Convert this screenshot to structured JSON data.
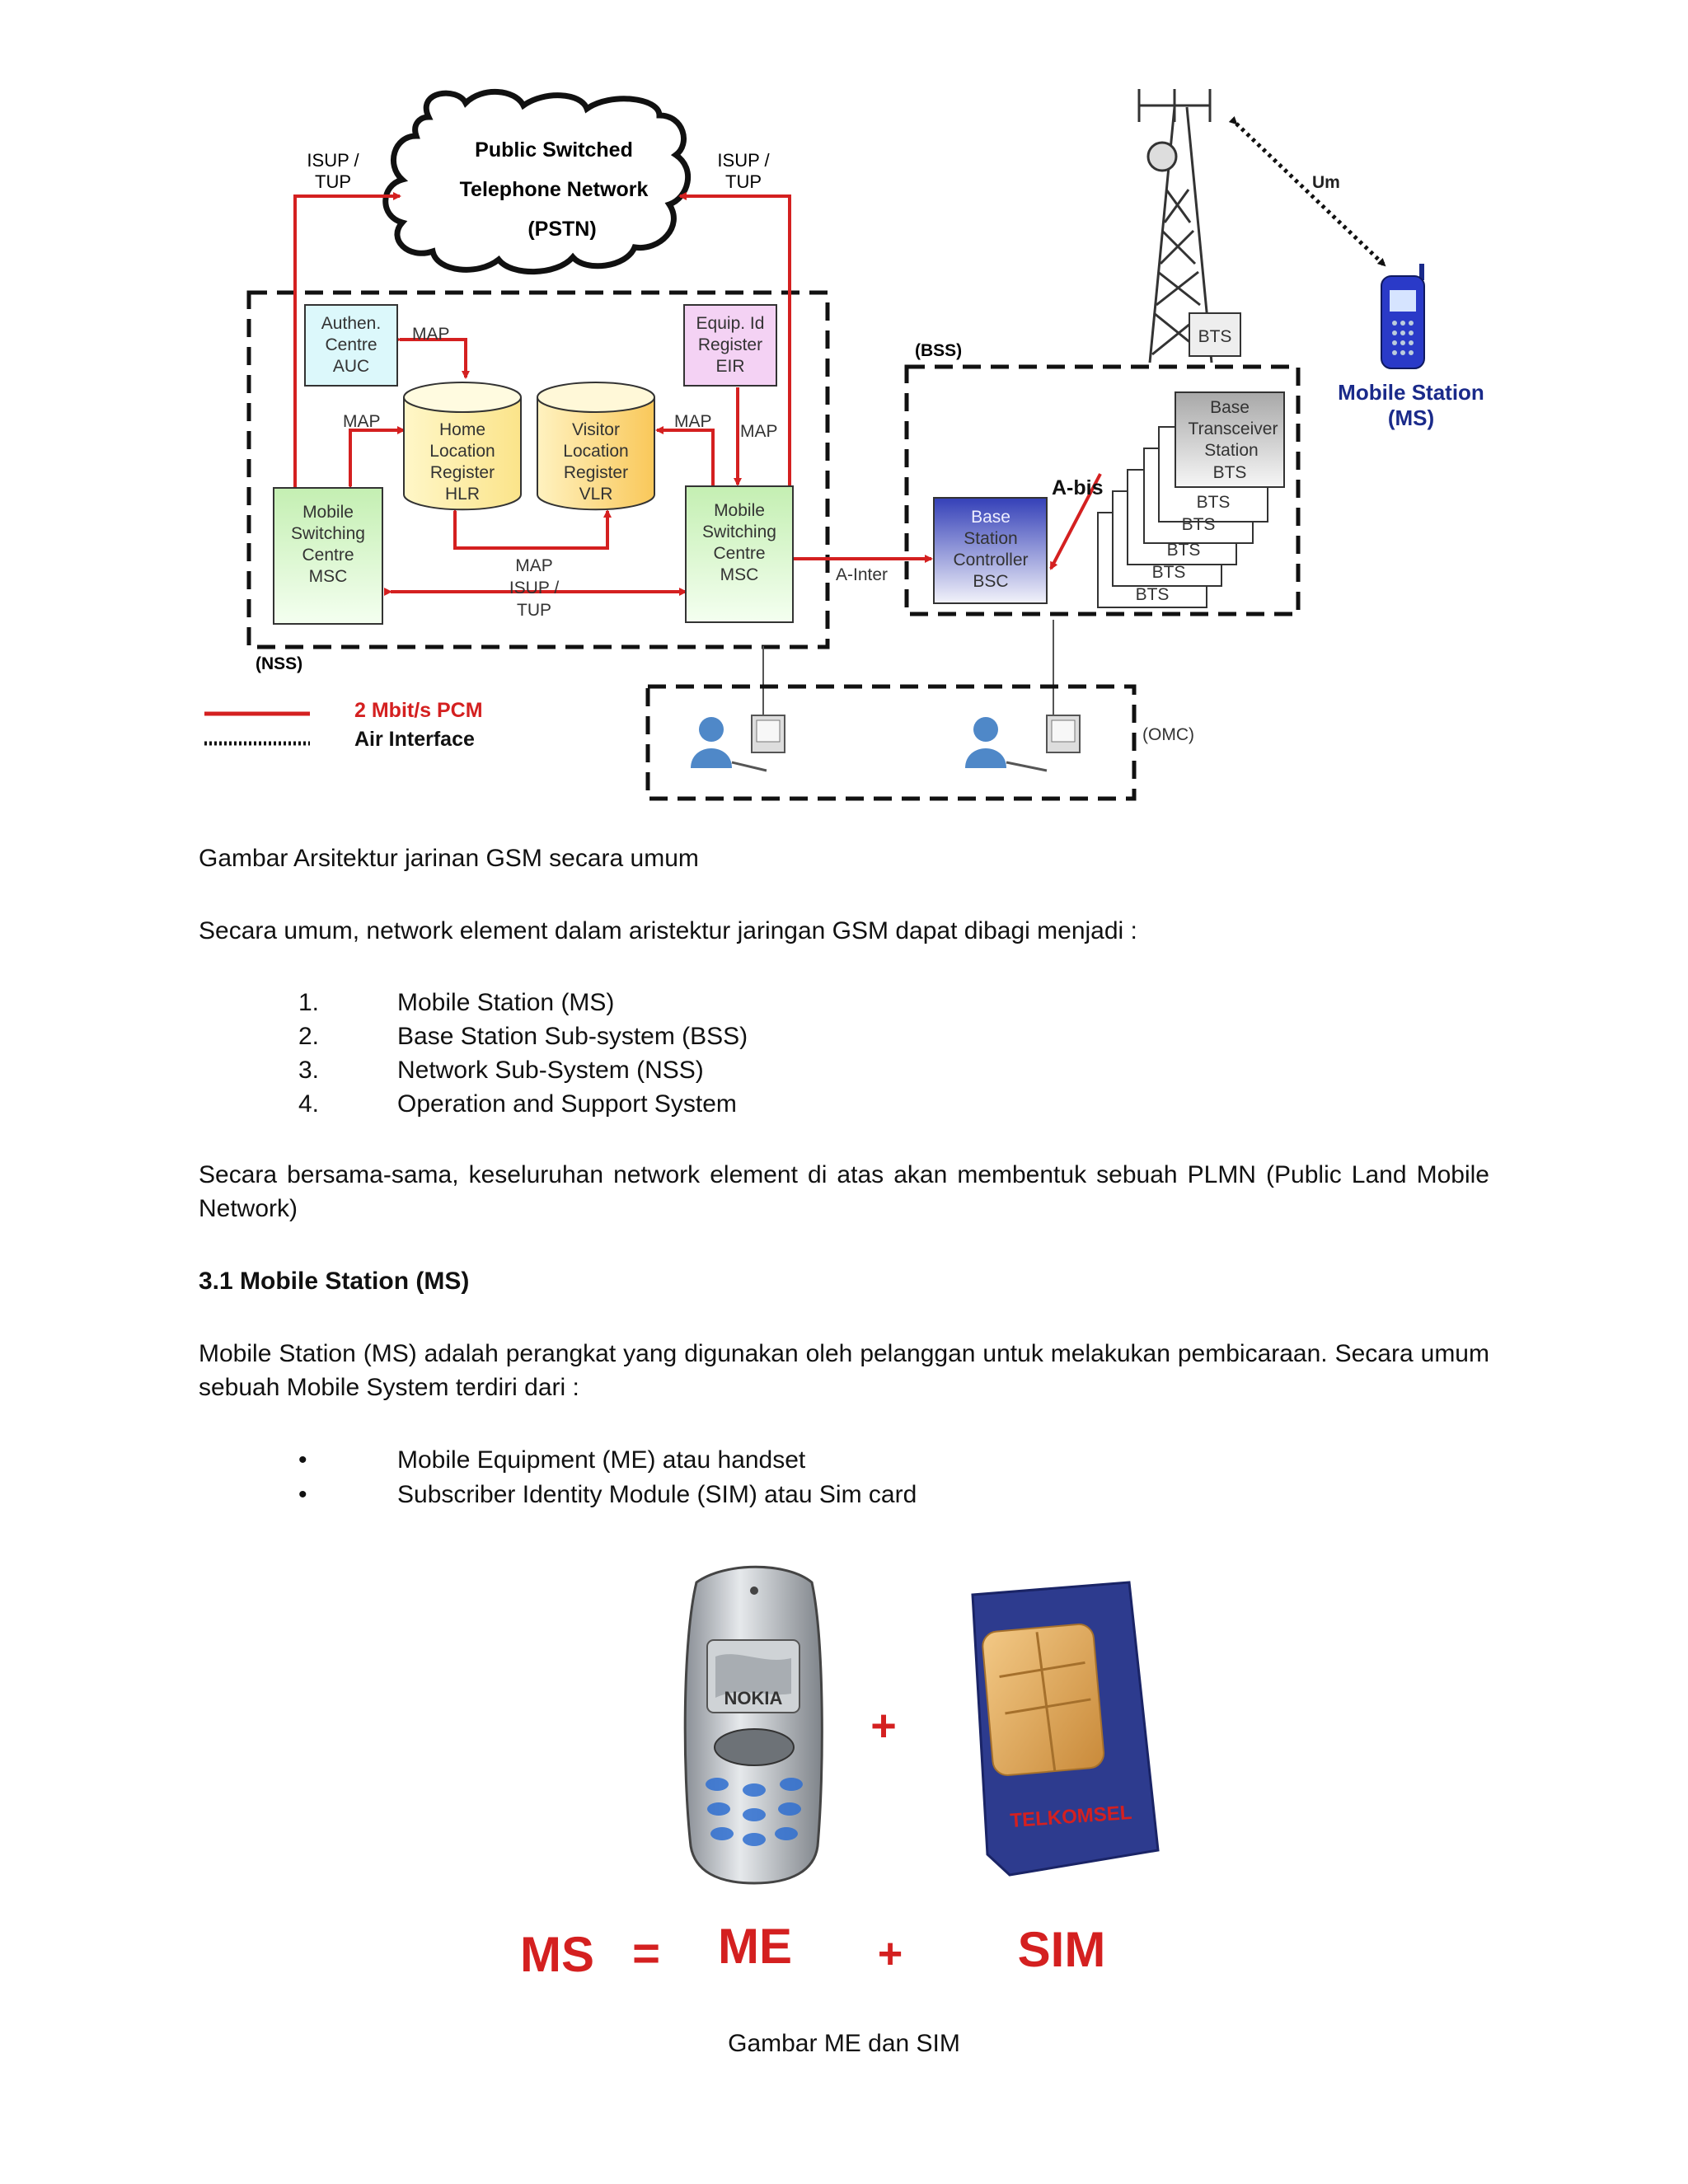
{
  "diagram": {
    "pstn_line1": "Public Switched",
    "pstn_line2": "Telephone Network",
    "pstn_line3": "(PSTN)",
    "isup_left_1": "ISUP /",
    "isup_left_2": "TUP",
    "isup_right_1": "ISUP /",
    "isup_right_2": "TUP",
    "auc": [
      "Authen.",
      "Centre",
      "AUC"
    ],
    "eir": [
      "Equip. Id",
      "Register",
      "EIR"
    ],
    "hlr": [
      "Home",
      "Location",
      "Register",
      "HLR"
    ],
    "vlr": [
      "Visitor",
      "Location",
      "Register",
      "VLR"
    ],
    "msc_left": [
      "Mobile",
      "Switching",
      "Centre",
      "MSC"
    ],
    "msc_right": [
      "Mobile",
      "Switching",
      "Centre",
      "MSC"
    ],
    "map_auc": "MAP",
    "map_left": "MAP",
    "map_right": "MAP",
    "map_eir": "MAP",
    "map_bottom": "MAP",
    "isup_bottom_1": "ISUP /",
    "isup_bottom_2": "TUP",
    "nss_label": "(NSS)",
    "bss_label": "(BSS)",
    "bts_tower_label": "BTS",
    "um_label": "Um",
    "ms_label_1": "Mobile Station",
    "ms_label_2": "(MS)",
    "bts_front": [
      "Base",
      "Transceiver",
      "Station",
      "BTS"
    ],
    "bts_stack_label": "BTS",
    "abis_label": "A-bis",
    "bsc": [
      "Base",
      "Station",
      "Controller",
      "BSC"
    ],
    "ainter_label": "A-Inter",
    "omc_label": "(OMC)",
    "legend_pcm": "2 Mbit/s PCM",
    "legend_air": "Air Interface"
  },
  "caption1": "Gambar Arsitektur jarinan GSM secara umum",
  "intro": "Secara umum, network element dalam aristektur jaringan GSM dapat dibagi menjadi :",
  "list1": [
    {
      "num": "1.",
      "text": "Mobile Station (MS)"
    },
    {
      "num": "2.",
      "text": "Base Station Sub-system (BSS)"
    },
    {
      "num": "3.",
      "text": "Network Sub-System (NSS)"
    },
    {
      "num": "4.",
      "text": "Operation and Support System"
    }
  ],
  "plmn_para": "Secara bersama-sama, keseluruhan network element di atas akan membentuk sebuah PLMN (Public Land Mobile Network)",
  "section_heading": "3.1 Mobile Station (MS)",
  "ms_para": "Mobile Station (MS) adalah perangkat yang digunakan oleh pelanggan untuk melakukan pembicaraan. Secara umum sebuah Mobile System terdiri dari :",
  "list2": [
    {
      "bullet": "•",
      "text": "Mobile Equipment (ME) atau handset"
    },
    {
      "bullet": "•",
      "text": "Subscriber Identity Module (SIM) atau Sim card"
    }
  ],
  "photo": {
    "phone_brand": "NOKIA",
    "sim_brand": "TELKOMSEL",
    "plus1": "+",
    "eq_ms": "MS",
    "eq_equals": "=",
    "eq_me": "ME",
    "eq_plus": "+",
    "eq_sim": "SIM"
  },
  "caption2": "Gambar ME dan SIM",
  "colors": {
    "red": "#d42020",
    "navy": "#1a2a8a",
    "green_box": "#d8f5c8",
    "cyl_yellow": "#fff3b0"
  }
}
